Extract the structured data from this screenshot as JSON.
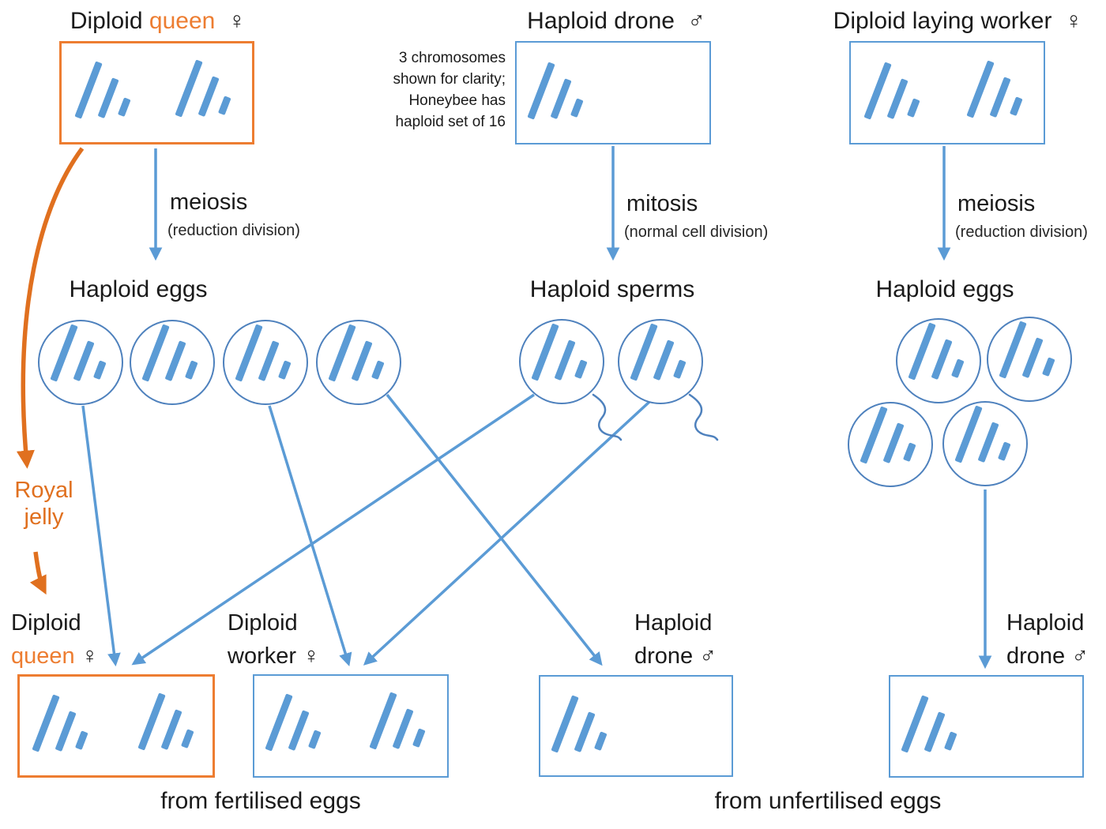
{
  "palette": {
    "blue": "#5B9BD5",
    "blue_dark": "#4E81BD",
    "orange": "#ED7D31",
    "text": "#1a1a1a"
  },
  "top": {
    "queen": {
      "label_black": "Diploid",
      "label_orange": "queen",
      "symbol": "♀"
    },
    "note": "3 chromosomes\nshown for clarity;\nHoneybee has\nhaploid set of 16",
    "drone": {
      "label": "Haploid drone",
      "symbol": "♂"
    },
    "worker": {
      "label": "Diploid laying worker",
      "symbol": "♀"
    }
  },
  "processes": {
    "left": {
      "name": "meiosis",
      "detail": "(reduction division)"
    },
    "middle": {
      "name": "mitosis",
      "detail": "(normal cell division)"
    },
    "right": {
      "name": "meiosis",
      "detail": "(reduction division)"
    }
  },
  "gametes": {
    "eggs_left_title": "Haploid eggs",
    "sperms_title": "Haploid sperms",
    "eggs_right_title": "Haploid eggs"
  },
  "royal_jelly": {
    "line1": "Royal",
    "line2": "jelly"
  },
  "offspring": {
    "queen": {
      "line1": "Diploid",
      "line2_orange": "queen",
      "symbol": "♀"
    },
    "worker": {
      "line1": "Diploid",
      "line2": "worker",
      "symbol": "♀"
    },
    "drone_mid": {
      "line1": "Haploid",
      "line2": "drone",
      "symbol": "♂"
    },
    "drone_right": {
      "line1": "Haploid",
      "line2": "drone",
      "symbol": "♂"
    }
  },
  "captions": {
    "fertilised": "from fertilised eggs",
    "unfertilised": "from unfertilised eggs"
  }
}
